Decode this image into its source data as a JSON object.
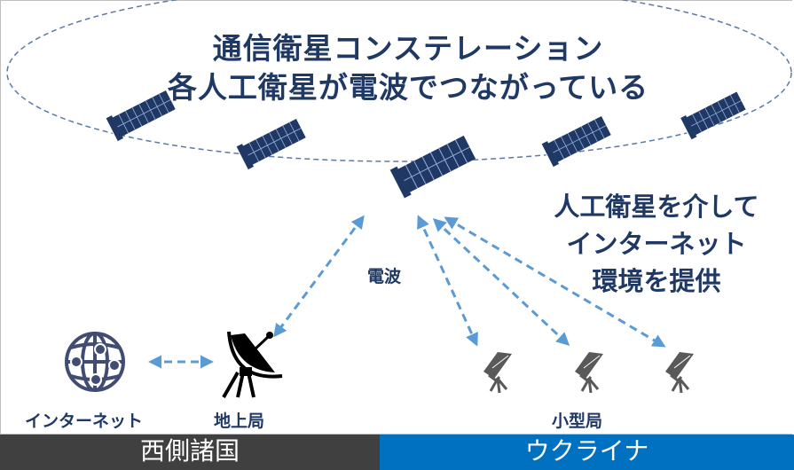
{
  "title": {
    "line1": "通信衛星コンステレーション",
    "line2": "各人工衛星が電波でつながっている"
  },
  "side_text": {
    "line1": "人工衛星を介して",
    "line2": "インターネット",
    "line3": "環境を提供"
  },
  "labels": {
    "radio_wave": "電波",
    "internet": "インターネット",
    "ground_station": "地上局",
    "small_station": "小型局"
  },
  "bottom_bar": {
    "left": "西側諸国",
    "right": "ウクライナ"
  },
  "icons": {
    "satellite": "satellite-icon",
    "globe": "globe-network-icon",
    "dish": "parabolic-antenna-icon",
    "terminal": "small-terminal-icon"
  },
  "colors": {
    "navy": "#1f3864",
    "arrow_blue": "#5b9bd5",
    "bar_left": "#404040",
    "bar_right": "#0070c0",
    "icon_gray": "#595959"
  }
}
